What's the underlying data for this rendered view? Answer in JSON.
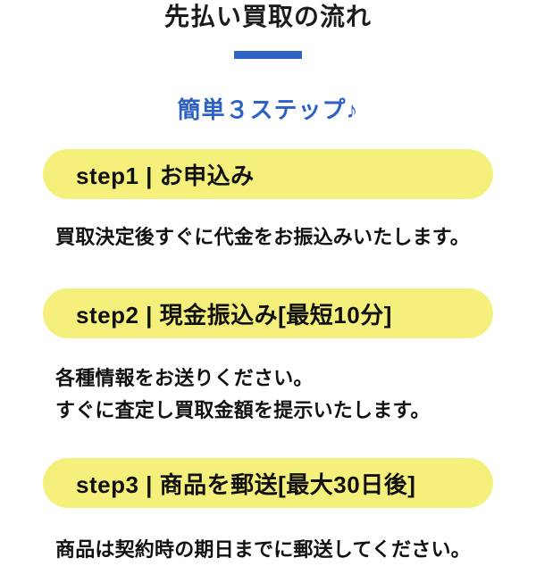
{
  "header": {
    "title": "先払い買取の流れ",
    "subtitle": "簡単３ステップ♪"
  },
  "colors": {
    "accent_blue": "#2d61c4",
    "step_pill_yellow": "#f5f07c",
    "text_black": "#1b1b1b"
  },
  "steps": [
    {
      "label": "step1 | お申込み",
      "descriptions": [
        "買取決定後すぐに代金をお振込みいたします。"
      ]
    },
    {
      "label": "step2 | 現金振込み[最短10分]",
      "descriptions": [
        "各種情報をお送りください。",
        "すぐに査定し買取金額を提示いたします。"
      ]
    },
    {
      "label": "step3 | 商品を郵送[最大30日後]",
      "descriptions": [
        "商品は契約時の期日までに郵送してください。"
      ]
    }
  ]
}
